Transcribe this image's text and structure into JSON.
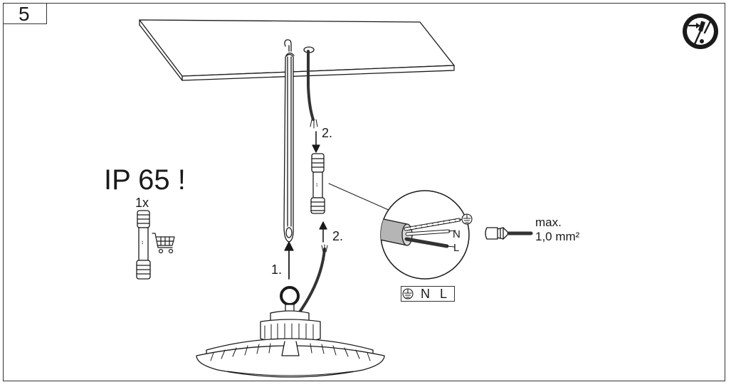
{
  "step": {
    "number": "5"
  },
  "protection": {
    "rating": "IP 65 !",
    "quantity": "1x"
  },
  "steps": {
    "hang": "1.",
    "connect_top": "2.",
    "connect_bottom": "2."
  },
  "wires": {
    "neutral": "N",
    "live": "L"
  },
  "terminal": {
    "neutral": "N",
    "live": "L"
  },
  "strip_spec": {
    "max": "max.",
    "cross_section": "1,0 mm²"
  },
  "icons": {
    "warning": "disconnect-power-icon",
    "cart": "shopping-cart-icon",
    "ground": "ground-symbol-icon"
  },
  "colors": {
    "line": "#1a1a1a",
    "panel": "#ffffff",
    "cable": "#333333",
    "sheath": "#b5b5b5"
  }
}
